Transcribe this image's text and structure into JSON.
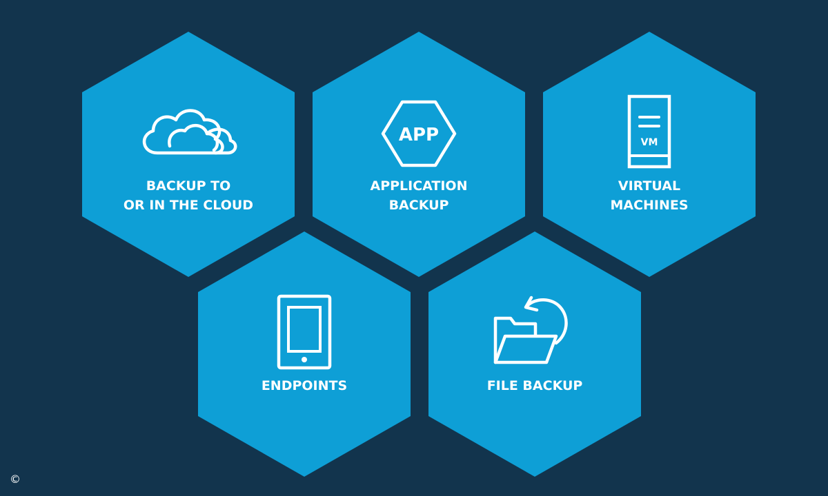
{
  "colors": {
    "background": "#12344d",
    "hexagon": "#0e9fd6",
    "icon": "#ffffff"
  },
  "hexagons": [
    {
      "label_line1": "BACKUP TO",
      "label_line2": "OR IN THE CLOUD",
      "icon": "cloud-icon"
    },
    {
      "label_line1": "APPLICATION",
      "label_line2": "BACKUP",
      "icon": "app-hexagon-icon",
      "icon_text": "APP"
    },
    {
      "label_line1": "VIRTUAL",
      "label_line2": "MACHINES",
      "icon": "server-vm-icon",
      "icon_text": "VM"
    },
    {
      "label_line1": "ENDPOINTS",
      "icon": "tablet-icon"
    },
    {
      "label_line1": "FILE BACKUP",
      "icon": "folder-restore-icon"
    }
  ],
  "copyright_symbol": "©"
}
